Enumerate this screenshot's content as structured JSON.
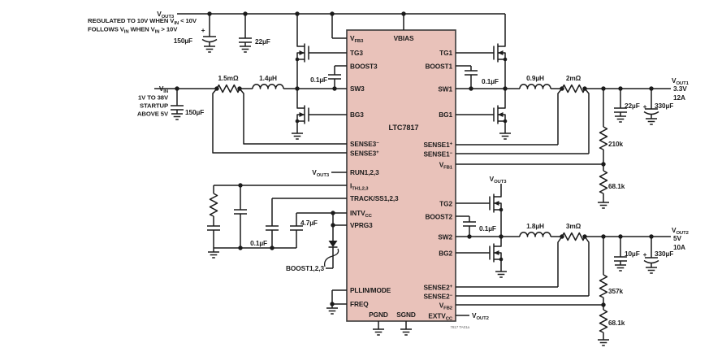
{
  "colors": {
    "chip_fill": "#e9c2ba",
    "chip_stroke": "#3b3b3b",
    "wire": "#1b1b1b",
    "background": "#ffffff"
  },
  "chip": {
    "name": "LTC7817",
    "ref_note": "7817 TA01a",
    "pins": {
      "vbias": "VBIAS",
      "vfb3": {
        "m": "V",
        "s": "FB3"
      },
      "tg3": "TG3",
      "boost3": "BOOST3",
      "sw3": "SW3",
      "bg3": "BG3",
      "sense3m": {
        "m": "SENSE3",
        "s": "−"
      },
      "sense3p": {
        "m": "SENSE3",
        "s": "+"
      },
      "run": "RUN1,2,3",
      "ith": {
        "m": "I",
        "s": "TH1,2,3"
      },
      "trackss": "TRACK/SS1,2,3",
      "intvcc": {
        "m": "INTV",
        "s": "CC"
      },
      "vprg3": "VPRG3",
      "pllin": "PLLIN/MODE",
      "freq": "FREQ",
      "pgnd": "PGND",
      "sgnd": "SGND",
      "tg1": "TG1",
      "boost1": "BOOST1",
      "sw1": "SW1",
      "bg1": "BG1",
      "sense1p": {
        "m": "SENSE1",
        "s": "+"
      },
      "sense1m": {
        "m": "SENSE1",
        "s": "−"
      },
      "vfb1": {
        "m": "V",
        "s": "FB1"
      },
      "tg2": "TG2",
      "boost2": "BOOST2",
      "sw2": "SW2",
      "bg2": "BG2",
      "sense2p": {
        "m": "SENSE2",
        "s": "+"
      },
      "sense2m": {
        "m": "SENSE2",
        "s": "−"
      },
      "vfb2": {
        "m": "V",
        "s": "FB2"
      },
      "extvcc": {
        "m": "EXTV",
        "s": "CC"
      }
    }
  },
  "power": {
    "vout3_rail": {
      "v": "V",
      "sub": "OUT3"
    },
    "note1": {
      "p1": "REGULATED TO 10V WHEN V",
      "s1": "IN",
      "p2": " < 10V"
    },
    "note2": {
      "p1": "FOLLOWS V",
      "s1": "IN",
      "p2": " WHEN V",
      "s2": "IN",
      "p3": " > 10V"
    },
    "vin": {
      "v": "V",
      "sub": "IN",
      "note1": "1V TO 38V",
      "note2": "STARTUP",
      "note3": "ABOVE 5V"
    },
    "vout1": {
      "v": "V",
      "sub": "OUT1",
      "volts": "3.3V",
      "amps": "12A"
    },
    "vout2": {
      "v": "V",
      "sub": "OUT2",
      "volts": "5V",
      "amps": "10A"
    },
    "run_supply": {
      "v": "V",
      "sub": "OUT3"
    },
    "tg2_supply": {
      "v": "V",
      "sub": "OUT3"
    },
    "extvcc_supply": {
      "v": "V",
      "sub": "OUT2"
    },
    "boost_diode_label": "BOOST1,2,3"
  },
  "components": {
    "cap_vout3_bulk": "150µF",
    "plus_vout3": "+",
    "cap_vout3_cer": "22µF",
    "cap_vin": "150µF",
    "rsense3": "1.5mΩ",
    "l3": "1.4µH",
    "cboost3": "0.1µF",
    "cboost1": "0.1µF",
    "l1": "0.9µH",
    "rsense1": "2mΩ",
    "cout1_cer": "22µF",
    "plus_vout1": "+",
    "cout1_bulk": "330µF",
    "rfb1_top": "210k",
    "rfb1_bot": "68.1k",
    "cboost2": "0.1µF",
    "l2": "1.8µH",
    "rsense2": "3mΩ",
    "cout2_cer": "10µF",
    "plus_vout2": "+",
    "cout2_bulk": "330µF",
    "rfb2_top": "357k",
    "rfb2_bot": "68.1k",
    "css": "0.1µF",
    "cintvcc": "4.7µF"
  }
}
